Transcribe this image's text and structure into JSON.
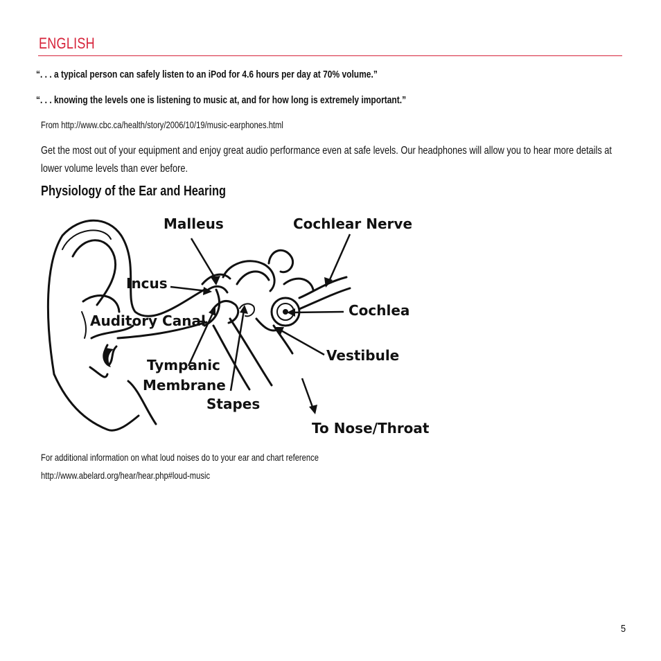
{
  "header": {
    "section_title": "ENGLISH",
    "accent_color": "#d6233a"
  },
  "quotes": [
    "“. . . a typical person can safely listen to an iPod for 4.6 hours per day at 70% volume.”",
    "“. . . knowing the levels one is listening to music at, and for how long is extremely important.”"
  ],
  "source": "From http://www.cbc.ca/health/story/2006/10/19/music-earphones.html",
  "intro": "Get the most out of your equipment and enjoy great audio performance even at safe levels. Our headphones will allow you to hear more details at lower volume levels than ever before.",
  "subheading": "Physiology of the Ear and Hearing",
  "diagram": {
    "labels": {
      "malleus": "Malleus",
      "cochlear_nerve": "Cochlear Nerve",
      "incus": "Incus",
      "cochlea": "Cochlea",
      "auditory_canal": "Auditory Canal",
      "vestibule": "Vestibule",
      "tympanic_1": "Tympanic",
      "tympanic_2": "Membrane",
      "stapes": "Stapes",
      "nose_throat": "To Nose/Throat"
    }
  },
  "footer": {
    "note": "For additional information on what loud noises do to your ear and chart reference",
    "link": "http://www.abelard.org/hear/hear.php#loud-music"
  },
  "page_number": "5"
}
